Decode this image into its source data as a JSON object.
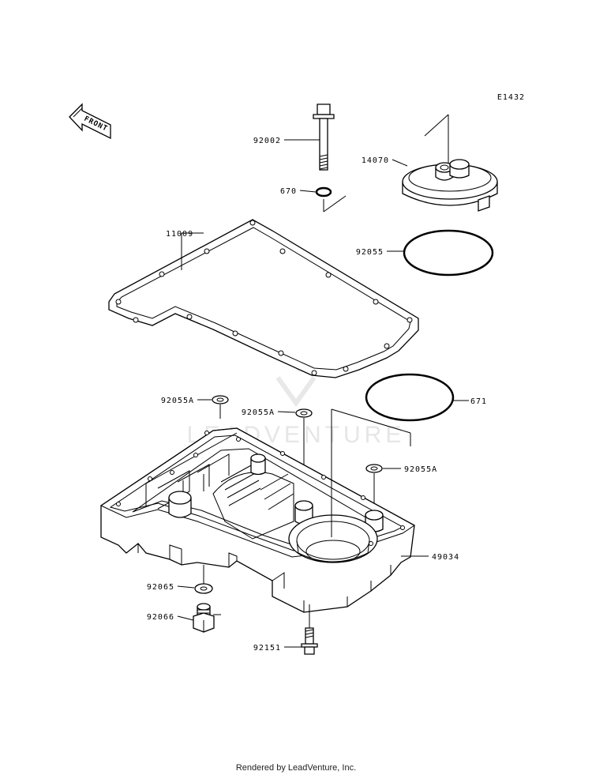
{
  "diagram": {
    "code": "E1432",
    "front_label": "FRONT",
    "watermark": "LEADVENTURE",
    "footer": "Rendered by LeadVenture, Inc.",
    "parts": {
      "p92002": "92002",
      "p670": "670",
      "p14070": "14070",
      "p11009": "11009",
      "p92055": "92055",
      "p671": "671",
      "p92055a_1": "92055A",
      "p92055a_2": "92055A",
      "p92055a_3": "92055A",
      "p49034": "49034",
      "p92065": "92065",
      "p92066": "92066",
      "p92151": "92151"
    }
  }
}
